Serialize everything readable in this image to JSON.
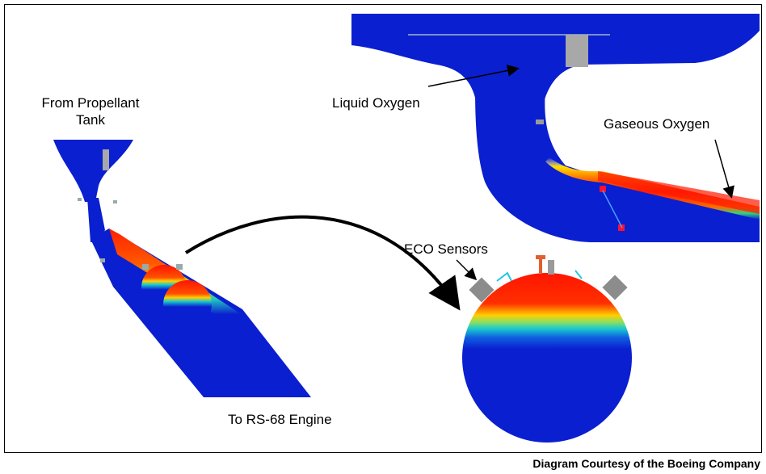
{
  "labels": {
    "from_line1": "From Propellant",
    "from_line2": "Tank",
    "liquid_oxygen": "Liquid Oxygen",
    "gaseous_oxygen": "Gaseous Oxygen",
    "eco_sensors": "ECO Sensors",
    "to_engine": "To RS-68 Engine"
  },
  "credit": "Diagram Courtesy of the Boeing Company",
  "colors": {
    "liquid": "#0a1fd0",
    "liquid_dark": "#081590",
    "gas_hot": "#ff1a00",
    "gas_warm": "#ffd200",
    "transition": "#18c8c8",
    "strut": "#a8a8a8"
  },
  "icons": [
    "arrow-icon",
    "sensor-icon"
  ]
}
